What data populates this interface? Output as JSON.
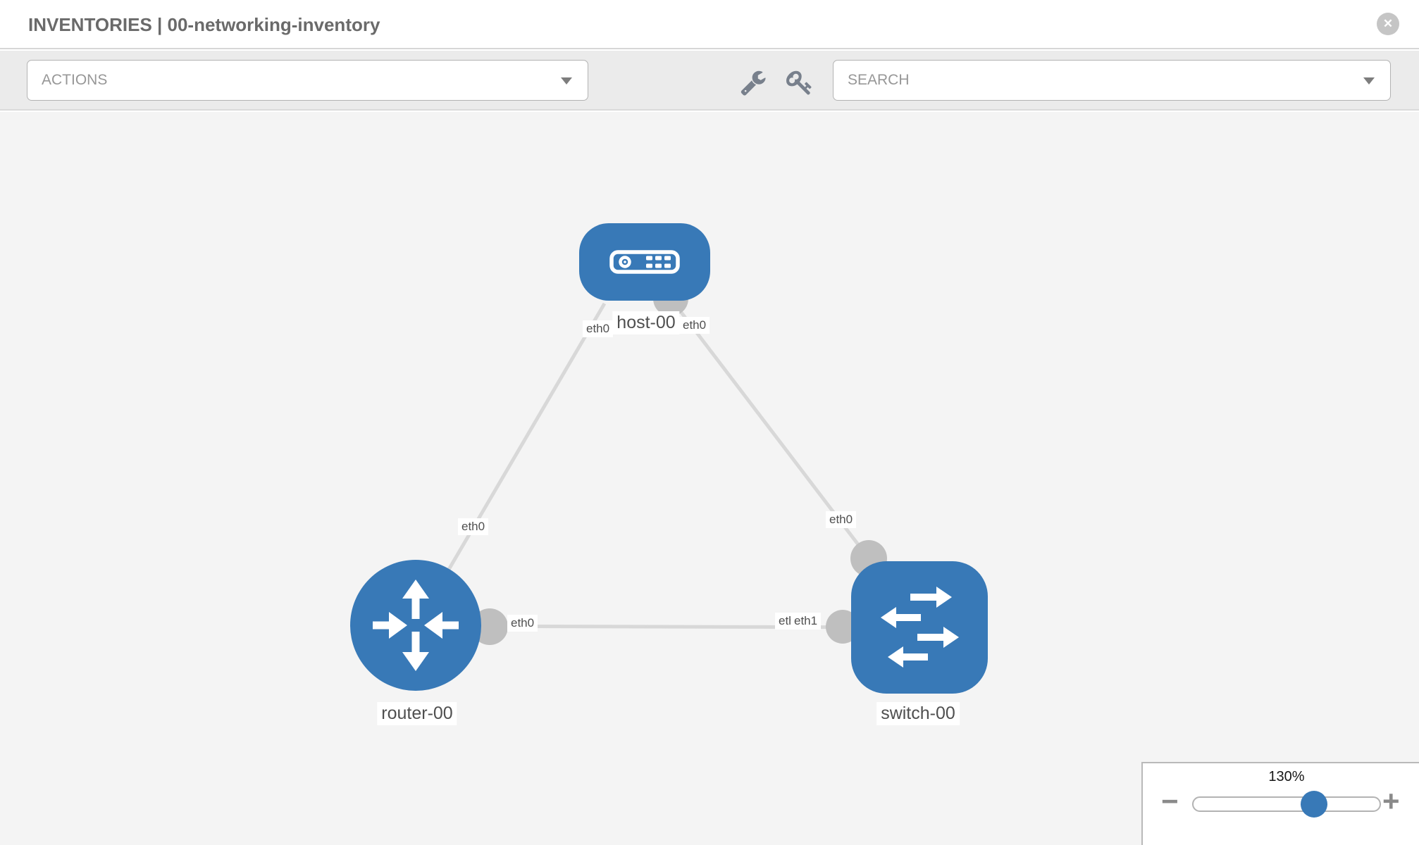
{
  "header": {
    "title": "INVENTORIES | 00-networking-inventory",
    "close_glyph": "✕"
  },
  "toolbar": {
    "actions_label": "ACTIONS",
    "search_placeholder": "SEARCH",
    "icons": [
      "wrench-icon",
      "key-icon"
    ]
  },
  "topology": {
    "node_labels": {
      "host": "host-00",
      "router": "router-00",
      "switch": "switch-00"
    },
    "port_labels": {
      "host_left": "eth0",
      "host_right": "eth0",
      "router_top": "eth0",
      "switch_top": "eth0",
      "link_router_side": "eth0",
      "link_switch_side_back": "eth0",
      "link_switch_side_front": "eth1"
    },
    "links": [
      {
        "from": "host-00",
        "from_port": "eth0",
        "to": "router-00",
        "to_port": "eth0"
      },
      {
        "from": "host-00",
        "from_port": "eth0",
        "to": "switch-00",
        "to_port": "eth0"
      },
      {
        "from": "router-00",
        "from_port": "eth0",
        "to": "switch-00",
        "to_port": "eth1"
      }
    ]
  },
  "zoom_control": {
    "level": "130%",
    "minus": "−",
    "plus": "+"
  },
  "colors": {
    "node_blue": "#3879b7",
    "link_gray": "#d8d8d8",
    "port_gray": "#bfbfbf",
    "canvas_bg": "#f4f4f4",
    "toolbar_bg": "#ebebeb"
  }
}
